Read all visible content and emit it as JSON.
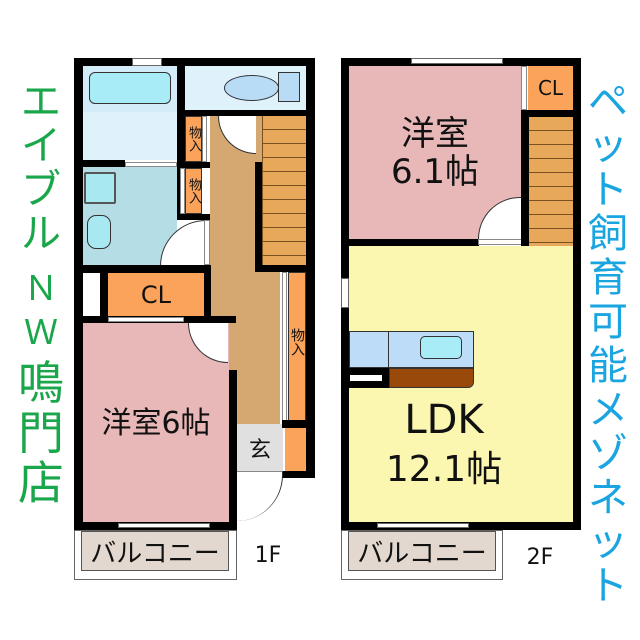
{
  "left_banner": {
    "text": "エイブルＮＷ鳴門店",
    "chars": [
      "エ",
      "イ",
      "ブ",
      "ル",
      "Ｎ",
      "Ｗ",
      "鳴",
      "門",
      "店"
    ],
    "color": "#1aa64a"
  },
  "right_banner": {
    "text": "ペット飼育可能メゾネット",
    "chars": [
      "ペ",
      "ッ",
      "ト",
      "飼",
      "育",
      "可",
      "能",
      "メ",
      "ゾ",
      "ネ",
      "ッ",
      "ト"
    ],
    "color": "#1aa5e0"
  },
  "floor1": {
    "floor_label": "1F",
    "storage_1": "物入",
    "storage_2": "物入",
    "storage_3": "物入",
    "closet": "CL",
    "bedroom": "洋室6帖",
    "entrance": "玄",
    "balcony": "バルコニー"
  },
  "floor2": {
    "floor_label": "2F",
    "bedroom_name": "洋室",
    "bedroom_size": "6.1帖",
    "closet": "CL",
    "ldk_name": "LDK",
    "ldk_size": "12.1帖",
    "balcony": "バルコニー"
  },
  "colors": {
    "bedroom": "#e8b8b8",
    "ldk": "#fcf7b0",
    "storage": "#fba35a",
    "stairs": "#e8a85a",
    "hallway": "#d4a870",
    "bath": "#dff2fb",
    "washroom": "#b5dde6",
    "entrance": "#e0e0e0",
    "balcony": "#e3d8cf"
  }
}
